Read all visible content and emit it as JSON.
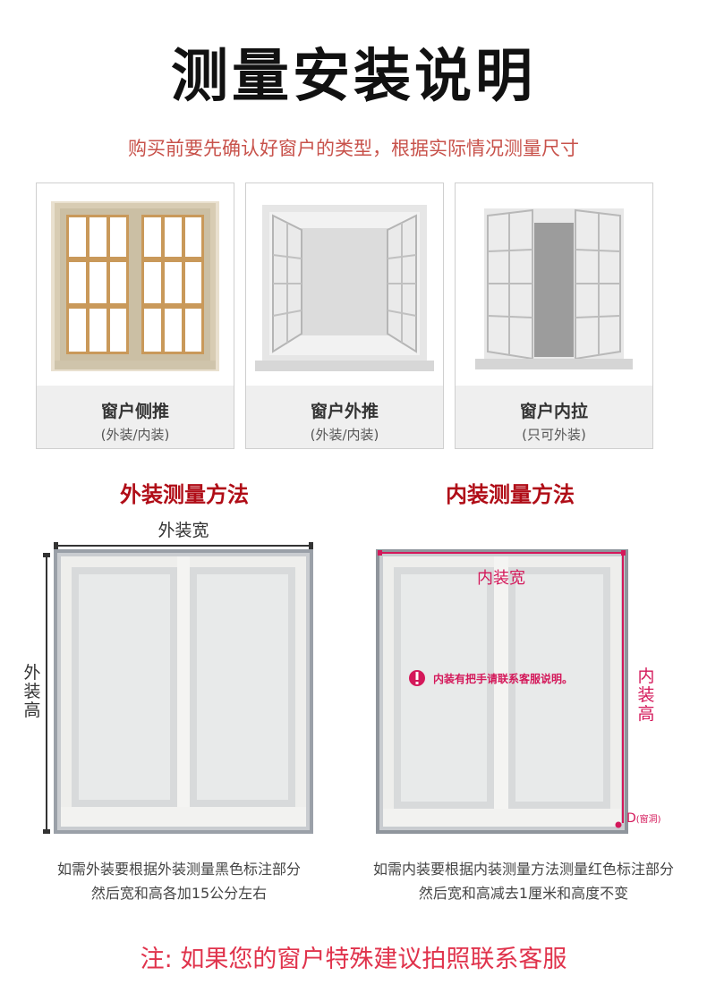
{
  "header": {
    "title": "测量安装说明",
    "subtitle": "购买前要先确认好窗户的类型，根据实际情况测量尺寸"
  },
  "window_types": [
    {
      "name": "窗户侧推",
      "note": "(外装/内装)"
    },
    {
      "name": "窗户外推",
      "note": "(外装/内装)"
    },
    {
      "name": "窗户内拉",
      "note": "(只可外装)"
    }
  ],
  "outer": {
    "title": "外装测量方法",
    "width_label": "外装宽",
    "height_label": [
      "外",
      "装",
      "高"
    ],
    "desc_line1": "如需外装要根据外装测量黑色标注部分",
    "desc_line2": "然后宽和高各加15公分左右"
  },
  "inner": {
    "title": "内装测量方法",
    "width_label": "内装宽",
    "height_label": [
      "内",
      "装",
      "高"
    ],
    "corner_label": "D",
    "corner_note": "(窗洞)",
    "warning": "内装有把手请联系客服说明。",
    "desc_line1": "如需内装要根据内装测量方法测量红色标注部分",
    "desc_line2": "然后宽和高减去1厘米和高度不变"
  },
  "footer_note": "注: 如果您的窗户特殊建议拍照联系客服",
  "colors": {
    "title": "#111111",
    "subtitle": "#c8524b",
    "section_title": "#b00d17",
    "measure_red": "#d4185a",
    "note": "#e0334c"
  }
}
